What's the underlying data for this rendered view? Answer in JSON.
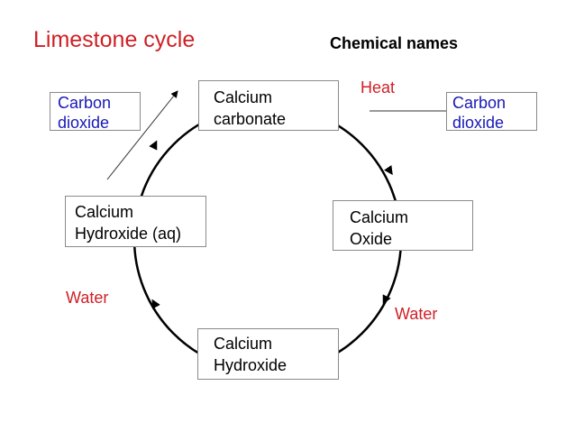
{
  "title": "Limestone cycle",
  "subtitle": "Chemical names",
  "colors": {
    "title": "#d01f25",
    "condition": "#d01f25",
    "byproduct": "#1818b8",
    "cycle": "#000000"
  },
  "nodes": {
    "carbonate": {
      "line1": "Calcium",
      "line2": "carbonate"
    },
    "oxide": {
      "line1": "Calcium",
      "line2": "Oxide"
    },
    "hydroxide": {
      "line1": "Calcium",
      "line2": "Hydroxide"
    },
    "hydroxide_aq": {
      "line1": "Calcium",
      "line2": "Hydroxide (aq)"
    }
  },
  "byproducts": {
    "left": {
      "line1": "Carbon",
      "line2": "dioxide"
    },
    "right": {
      "line1": "Carbon",
      "line2": "dioxide"
    }
  },
  "conditions": {
    "heat": "Heat",
    "water_right": "Water",
    "water_left": "Water"
  }
}
